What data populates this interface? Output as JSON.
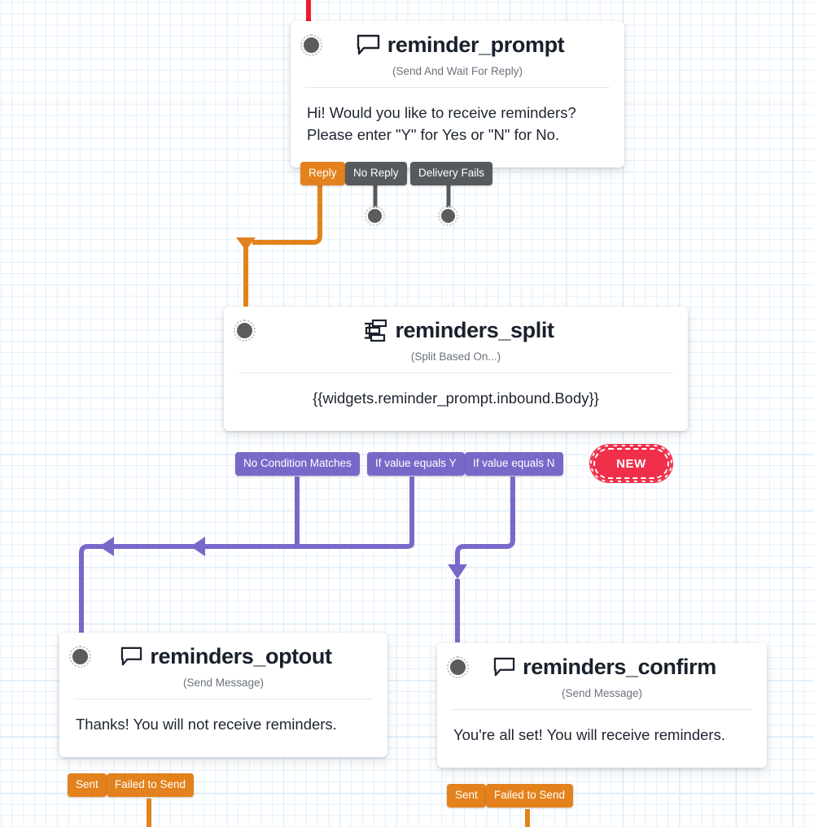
{
  "canvas": {
    "background": "#ffffff",
    "grid_minor_color": "#e3f0fb",
    "grid_major_color": "#cfe4f7"
  },
  "palette": {
    "orange": "#e3821d",
    "gray": "#555a5e",
    "purple": "#7a68c9",
    "red": "#f0304a",
    "handle": "#5c5c5c",
    "title": "#19212c",
    "subtitle": "#6b727c"
  },
  "nodes": [
    {
      "id": "reminder_prompt",
      "title": "reminder_prompt",
      "subtitle": "(Send And Wait For Reply)",
      "icon": "chat-bubble-icon",
      "body": "Hi! Would you like to receive reminders? Please enter \"Y\" for Yes or \"N\" for No.",
      "transitions": [
        {
          "label": "Reply",
          "color": "orange"
        },
        {
          "label": "No Reply",
          "color": "gray"
        },
        {
          "label": "Delivery Fails",
          "color": "gray"
        }
      ]
    },
    {
      "id": "reminders_split",
      "title": "reminders_split",
      "subtitle": "(Split Based On...)",
      "icon": "split-branch-icon",
      "body": "{{widgets.reminder_prompt.inbound.Body}}",
      "transitions": [
        {
          "label": "No Condition Matches",
          "color": "purple"
        },
        {
          "label": "If value equals Y",
          "color": "purple"
        },
        {
          "label": "If value equals N",
          "color": "purple"
        }
      ],
      "badge": "NEW"
    },
    {
      "id": "reminders_optout",
      "title": "reminders_optout",
      "subtitle": "(Send Message)",
      "icon": "chat-bubble-icon",
      "body": "Thanks! You will not receive reminders.",
      "transitions": [
        {
          "label": "Sent",
          "color": "orange"
        },
        {
          "label": "Failed to Send",
          "color": "orange"
        }
      ]
    },
    {
      "id": "reminders_confirm",
      "title": "reminders_confirm",
      "subtitle": "(Send Message)",
      "icon": "chat-bubble-icon",
      "body": "You're all set! You will receive reminders.",
      "transitions": [
        {
          "label": "Sent",
          "color": "orange"
        },
        {
          "label": "Failed to Send",
          "color": "orange"
        }
      ]
    }
  ]
}
